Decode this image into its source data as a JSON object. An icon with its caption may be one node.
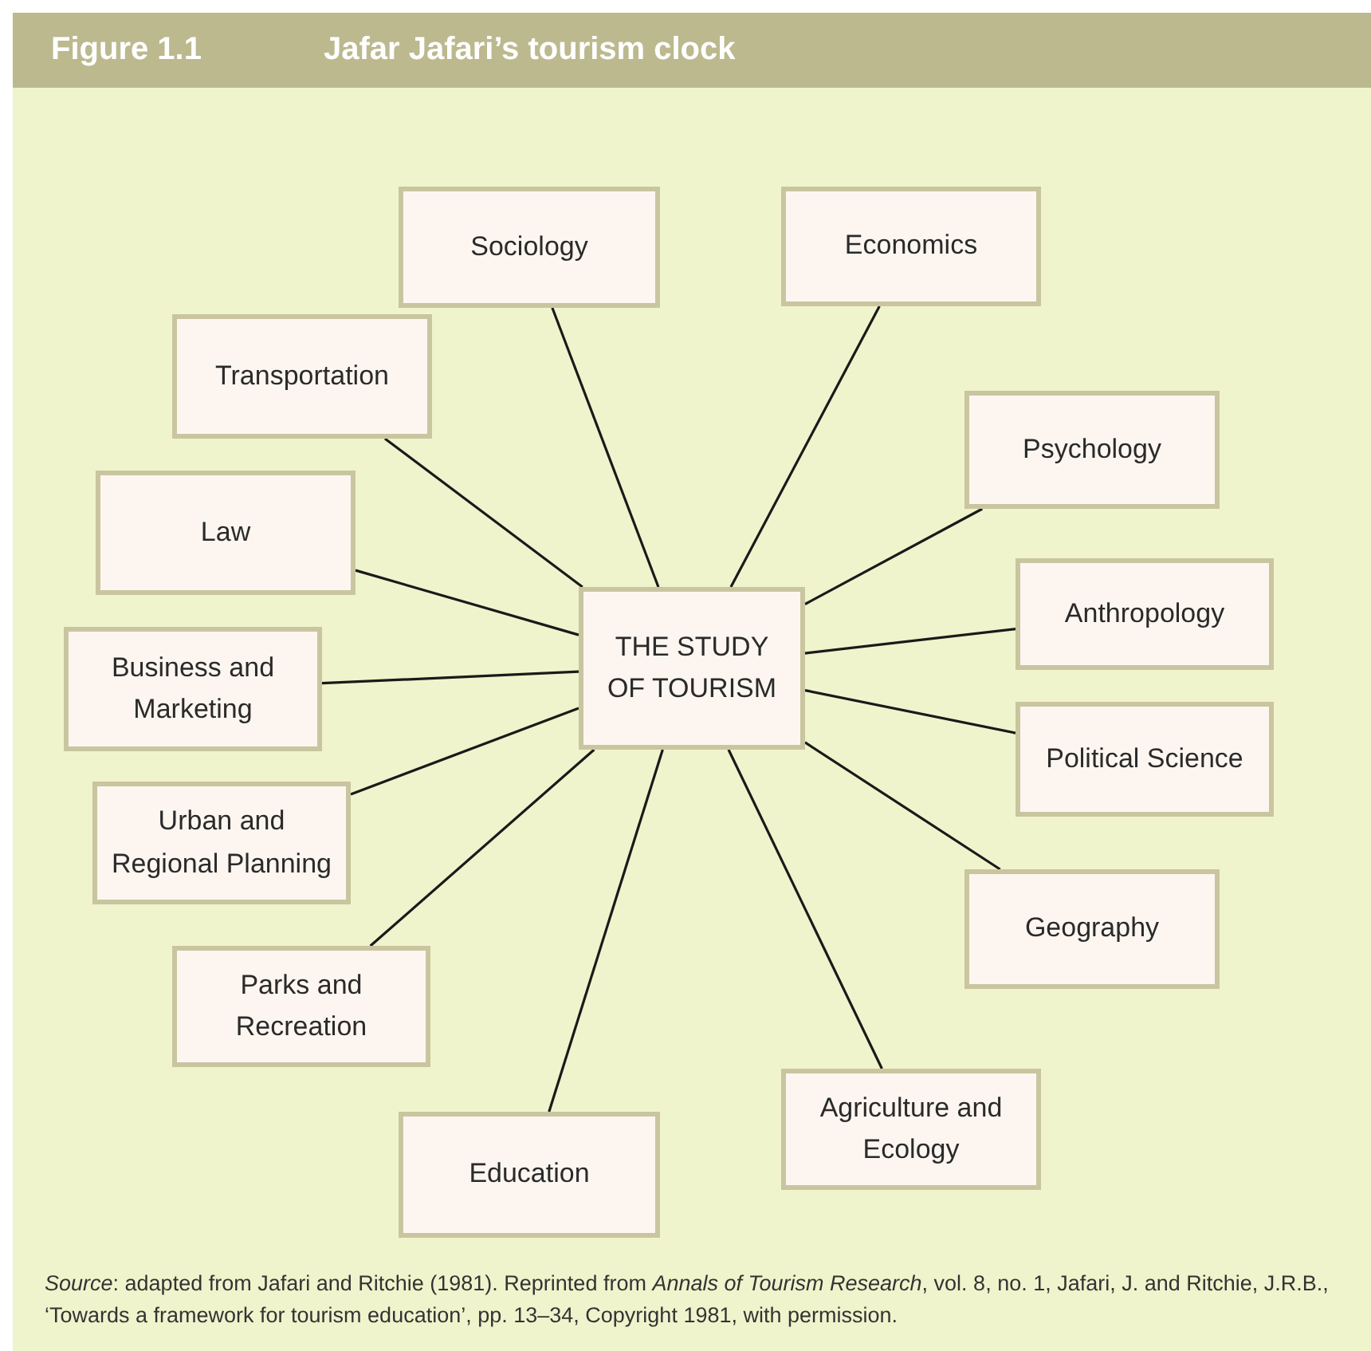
{
  "diagram": {
    "title": "Jafar Jafari’s tourism clock",
    "labels": [
      "Figure 1.1"
    ],
    "caption": "*Source*: adapted from Jafari and Ritchie (1981). Reprinted from *Annals of Tourism Research*, vol. 8, no. 1, Jafari, J. and Ritchie, J.R.B., ‘Towards a framework for tourism education’, pp. 13–34, Copyright 1981, with permission.",
    "nodes": [
      {
        "text": [
          "THE STUDY OF TOURISM"
        ]
      },
      {
        "text": [
          "Sociology"
        ]
      },
      {
        "text": [
          "Economics"
        ]
      },
      {
        "text": [
          "Transportation"
        ]
      },
      {
        "text": [
          "Psychology"
        ]
      },
      {
        "text": [
          "Law"
        ]
      },
      {
        "text": [
          "Anthropology"
        ]
      },
      {
        "text": [
          "Business and Marketing"
        ]
      },
      {
        "text": [
          "Political Science"
        ]
      },
      {
        "text": [
          "Urban and Regional Planning"
        ]
      },
      {
        "text": [
          "Geography"
        ]
      },
      {
        "text": [
          "Parks and Recreation"
        ]
      },
      {
        "text": [
          "Agriculture and Ecology"
        ]
      },
      {
        "text": [
          "Education"
        ]
      }
    ],
    "edges": [
      {
        "from": 0,
        "to": 1,
        "arrow": "none"
      },
      {
        "from": 0,
        "to": 2,
        "arrow": "none"
      },
      {
        "from": 0,
        "to": 3,
        "arrow": "none"
      },
      {
        "from": 0,
        "to": 4,
        "arrow": "none"
      },
      {
        "from": 0,
        "to": 5,
        "arrow": "none"
      },
      {
        "from": 0,
        "to": 6,
        "arrow": "none"
      },
      {
        "from": 0,
        "to": 7,
        "arrow": "none"
      },
      {
        "from": 0,
        "to": 8,
        "arrow": "none"
      },
      {
        "from": 0,
        "to": 9,
        "arrow": "none"
      },
      {
        "from": 0,
        "to": 10,
        "arrow": "none"
      },
      {
        "from": 0,
        "to": 11,
        "arrow": "none"
      },
      {
        "from": 0,
        "to": 12,
        "arrow": "none"
      },
      {
        "from": 0,
        "to": 13,
        "arrow": "none"
      }
    ]
  }
}
